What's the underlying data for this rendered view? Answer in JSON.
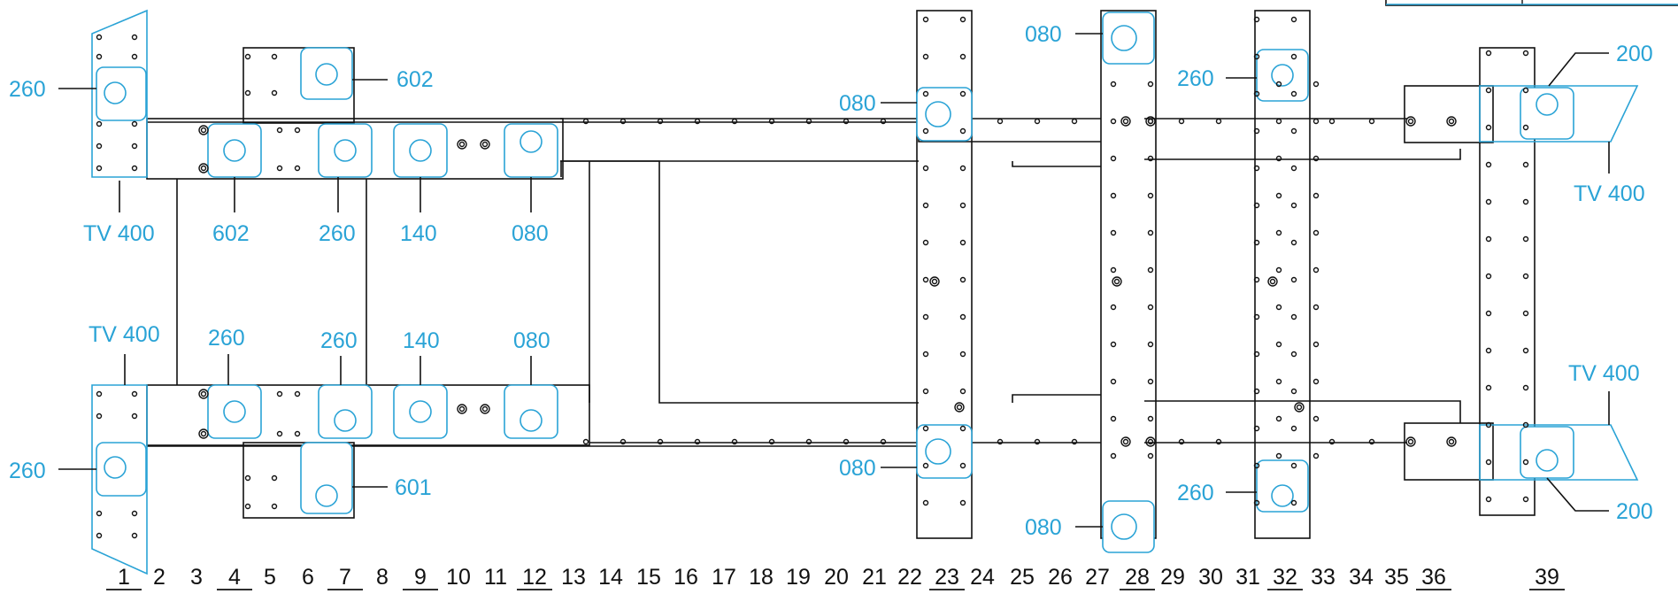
{
  "callouts": [
    {
      "id": "c-tl-260",
      "text": "260"
    },
    {
      "id": "c-tl-tv400",
      "text": "TV 400"
    },
    {
      "id": "c-602-top",
      "text": "602"
    },
    {
      "id": "c-602-b",
      "text": "602"
    },
    {
      "id": "c-260-top",
      "text": "260"
    },
    {
      "id": "c-140-top",
      "text": "140"
    },
    {
      "id": "c-080-top",
      "text": "080"
    },
    {
      "id": "c-080-23top",
      "text": "080"
    },
    {
      "id": "c-080-28top",
      "text": "080"
    },
    {
      "id": "c-260-32top",
      "text": "260"
    },
    {
      "id": "c-200-top",
      "text": "200"
    },
    {
      "id": "c-tv400-r-top",
      "text": "TV 400"
    },
    {
      "id": "c-tv400-l-bot",
      "text": "TV 400"
    },
    {
      "id": "c-260-bot-a",
      "text": "260"
    },
    {
      "id": "c-260-bot-b",
      "text": "260"
    },
    {
      "id": "c-140-bot",
      "text": "140"
    },
    {
      "id": "c-080-bot",
      "text": "080"
    },
    {
      "id": "c-260-bl",
      "text": "260"
    },
    {
      "id": "c-601",
      "text": "601"
    },
    {
      "id": "c-080-23bot",
      "text": "080"
    },
    {
      "id": "c-080-28bot",
      "text": "080"
    },
    {
      "id": "c-260-32bot",
      "text": "260"
    },
    {
      "id": "c-tv400-r-bot",
      "text": "TV 400"
    },
    {
      "id": "c-200-bot",
      "text": "200"
    }
  ],
  "axis_numbers": [
    {
      "text": "1",
      "underlined": true
    },
    {
      "text": "2",
      "underlined": false
    },
    {
      "text": "3",
      "underlined": false
    },
    {
      "text": "4",
      "underlined": true
    },
    {
      "text": "5",
      "underlined": false
    },
    {
      "text": "6",
      "underlined": false
    },
    {
      "text": "7",
      "underlined": true
    },
    {
      "text": "8",
      "underlined": false
    },
    {
      "text": "9",
      "underlined": true
    },
    {
      "text": "10",
      "underlined": false
    },
    {
      "text": "11",
      "underlined": false
    },
    {
      "text": "12",
      "underlined": true
    },
    {
      "text": "13",
      "underlined": false
    },
    {
      "text": "14",
      "underlined": false
    },
    {
      "text": "15",
      "underlined": false
    },
    {
      "text": "16",
      "underlined": false
    },
    {
      "text": "17",
      "underlined": false
    },
    {
      "text": "18",
      "underlined": false
    },
    {
      "text": "19",
      "underlined": false
    },
    {
      "text": "20",
      "underlined": false
    },
    {
      "text": "21",
      "underlined": false
    },
    {
      "text": "22",
      "underlined": false
    },
    {
      "text": "23",
      "underlined": true
    },
    {
      "text": "24",
      "underlined": false
    },
    {
      "text": "25",
      "underlined": false
    },
    {
      "text": "26",
      "underlined": false
    },
    {
      "text": "27",
      "underlined": false
    },
    {
      "text": "28",
      "underlined": true
    },
    {
      "text": "29",
      "underlined": false
    },
    {
      "text": "30",
      "underlined": false
    },
    {
      "text": "31",
      "underlined": false
    },
    {
      "text": "32",
      "underlined": true
    },
    {
      "text": "33",
      "underlined": false
    },
    {
      "text": "34",
      "underlined": false
    },
    {
      "text": "35",
      "underlined": false
    },
    {
      "text": "36",
      "underlined": true
    },
    {
      "text": "39",
      "underlined": true
    }
  ],
  "colors": {
    "line": "#111111",
    "accent": "#2aa3d6",
    "background": "#ffffff"
  }
}
